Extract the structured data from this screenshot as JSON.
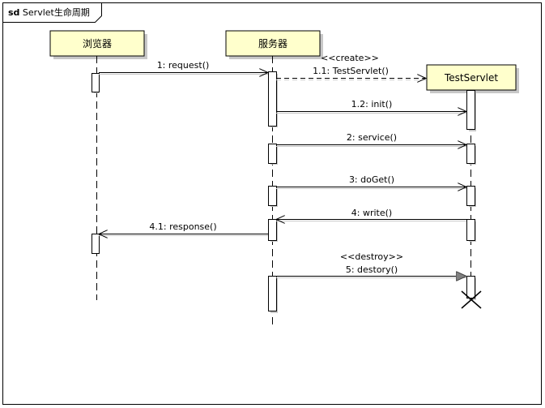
{
  "frame": {
    "keyword": "sd",
    "name": "Servlet生命周期"
  },
  "lifelines": {
    "browser": "浏览器",
    "server": "服务器",
    "servlet": "TestServlet"
  },
  "stereotypes": {
    "create": "<<create>>",
    "destroy": "<<destroy>>"
  },
  "messages": {
    "m1": "1: request()",
    "m1_1": "1.1: TestServlet()",
    "m1_2": "1.2: init()",
    "m2": "2: service()",
    "m3": "3: doGet()",
    "m4": "4: write()",
    "m4_1": "4.1: response()",
    "m5": "5: destory()"
  },
  "colors": {
    "object_fill": "#ffffcc",
    "object_border": "#000000",
    "shadow": "#c8c8c8"
  }
}
